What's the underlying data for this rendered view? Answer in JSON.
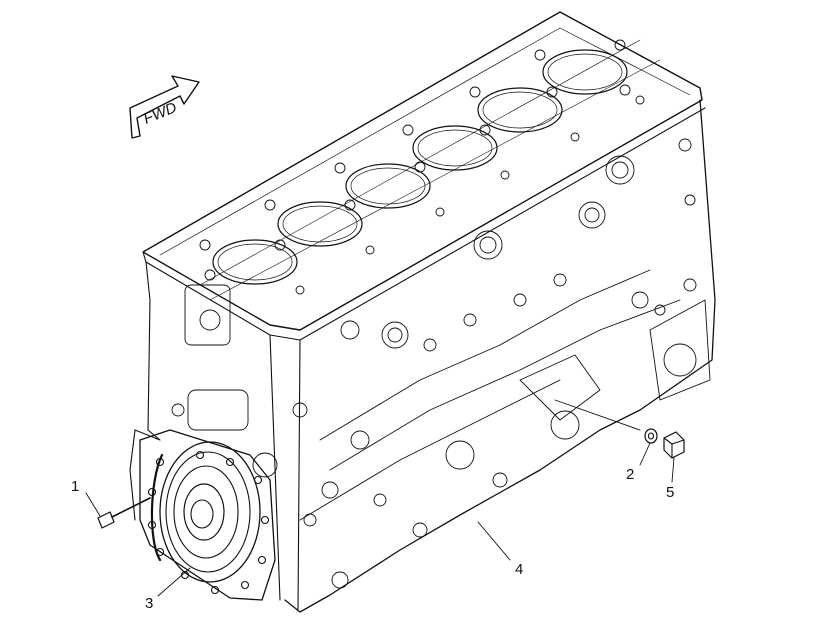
{
  "direction_label": "FWD",
  "callouts": [
    {
      "number": "1",
      "part": "bolt"
    },
    {
      "number": "2",
      "part": "washer"
    },
    {
      "number": "3",
      "part": "rear-seal-housing"
    },
    {
      "number": "4",
      "part": "cylinder-block"
    },
    {
      "number": "5",
      "part": "plug"
    }
  ],
  "colors": {
    "line": "#111111",
    "background": "#ffffff"
  }
}
